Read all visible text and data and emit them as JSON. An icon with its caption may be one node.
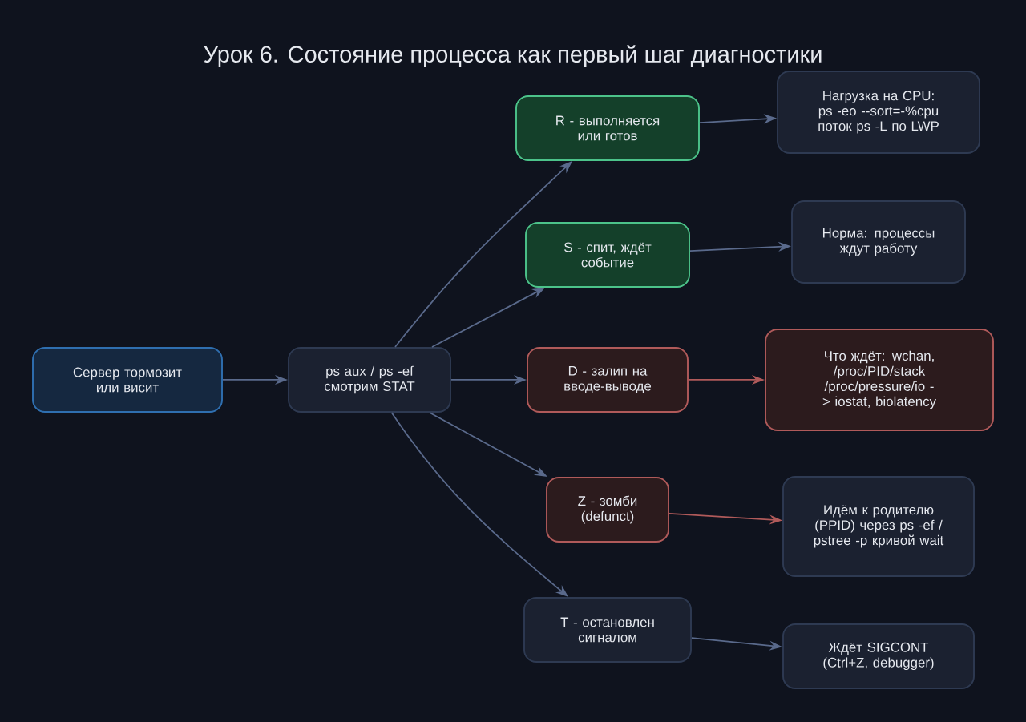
{
  "diagram": {
    "title": "Урок 6. Состояние процесса как первый шаг диагностики",
    "nodes": [
      {
        "text": [
          "Сервер тормозит или висит"
        ]
      },
      {
        "text": [
          "ps aux / ps -ef смотрим STAT"
        ]
      },
      {
        "text": [
          "R - выполняется или готов"
        ]
      },
      {
        "text": [
          "Нагрузка на CPU: ps -eo --sort=-%cpu поток ps -L по LWP"
        ]
      },
      {
        "text": [
          "S - спит, ждёт событие"
        ]
      },
      {
        "text": [
          "Норма: процессы ждут работу"
        ]
      },
      {
        "text": [
          "D - залип на вводе-выводе"
        ]
      },
      {
        "text": [
          "Что ждёт: wchan, /proc/PID/stack /proc/pressure/io -> iostat, biolatency"
        ]
      },
      {
        "text": [
          "Z - зомби (defunct)"
        ]
      },
      {
        "text": [
          "Идём к родителю (PPID) через ps -ef / pstree -p кривой wait"
        ]
      },
      {
        "text": [
          "T - остановлен сигналом"
        ]
      },
      {
        "text": [
          "Ждёт SIGCONT (Ctrl+Z, debugger)"
        ]
      }
    ],
    "edges": [
      {
        "from": 0,
        "to": 1,
        "arrow": "to"
      },
      {
        "from": 1,
        "to": 2,
        "arrow": "to"
      },
      {
        "from": 1,
        "to": 4,
        "arrow": "to"
      },
      {
        "from": 1,
        "to": 6,
        "arrow": "to"
      },
      {
        "from": 1,
        "to": 8,
        "arrow": "to"
      },
      {
        "from": 1,
        "to": 10,
        "arrow": "to"
      },
      {
        "from": 2,
        "to": 3,
        "arrow": "to"
      },
      {
        "from": 4,
        "to": 5,
        "arrow": "to"
      },
      {
        "from": 6,
        "to": 7,
        "arrow": "to",
        "color": "#b05a5a"
      },
      {
        "from": 8,
        "to": 9,
        "arrow": "to",
        "color": "#b05a5a"
      },
      {
        "from": 10,
        "to": 11,
        "arrow": "to"
      }
    ]
  }
}
